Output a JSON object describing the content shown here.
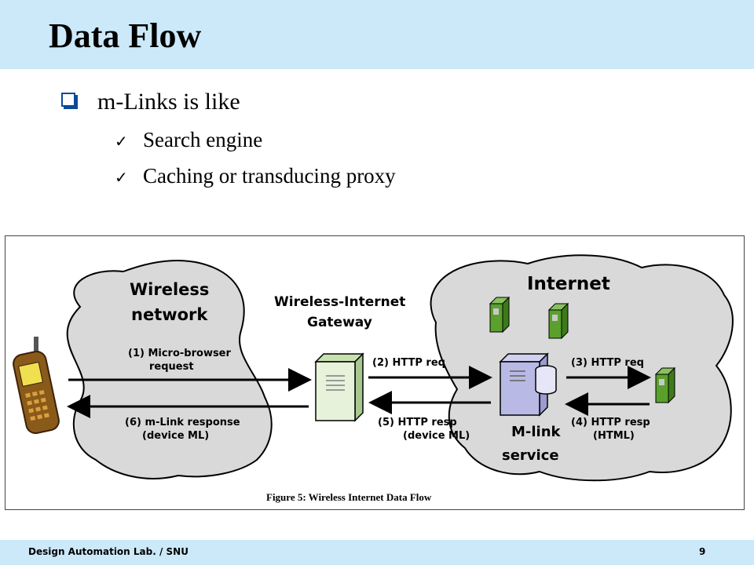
{
  "slide": {
    "title": "Data Flow",
    "bullet": "m-Links is like",
    "sub_items": [
      "Search engine",
      "Caching or transducing proxy"
    ]
  },
  "figure": {
    "wireless_label_1": "Wireless",
    "wireless_label_2": "network",
    "internet_label": "Internet",
    "gateway_label_1": "Wireless-Internet",
    "gateway_label_2": "Gateway",
    "step1_a": "(1) Micro-browser",
    "step1_b": "request",
    "step6_a": "(6) m-Link response",
    "step6_b": "(device ML)",
    "step2": "(2) HTTP req",
    "step5_a": "(5) HTTP resp",
    "step5_b": "(device ML)",
    "step3": "(3) HTTP req",
    "step4_a": "(4) HTTP resp",
    "step4_b": "(HTML)",
    "mlink_1": "M-link",
    "mlink_2": "service",
    "caption": "Figure 5: Wireless Internet Data Flow"
  },
  "footer": {
    "lab": "Design Automation Lab. / SNU",
    "page": "9"
  },
  "colors": {
    "header_bg": "#cce9fa",
    "cloud_fill": "#d9d9d9",
    "server_green": "#5aa02c",
    "gateway_fill": "#e6f2d9",
    "mlink_fill": "#b9b9e6"
  }
}
